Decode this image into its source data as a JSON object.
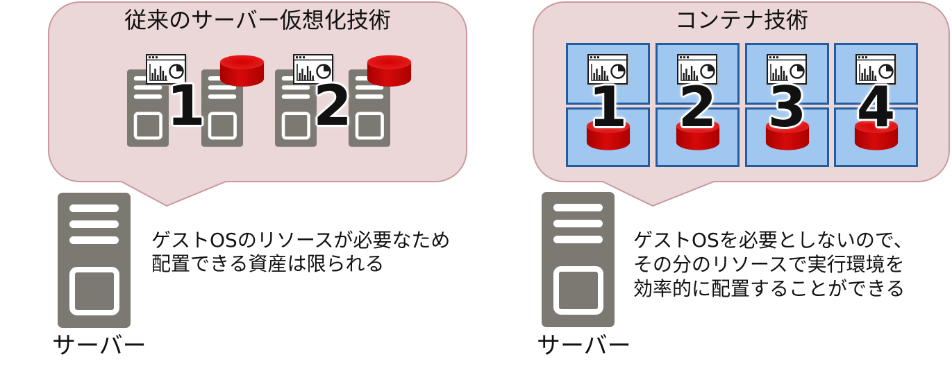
{
  "colors": {
    "bubble_fill": "#ebd7d8",
    "bubble_stroke": "#c9999d",
    "server_gray": "#7b7971",
    "container_fill": "#a0c7ef",
    "container_border": "#245ca2",
    "database_red": "#c80000",
    "text": "#111111"
  },
  "icons": {
    "server": "server-icon",
    "application": "monitor-chart-icon",
    "database": "database-icon"
  },
  "vm_panel": {
    "title": "従来のサーバー仮想化技術",
    "virtual_machines": [
      {
        "number": "1",
        "app_icon": "monitor-chart-icon",
        "db_icon": "database-icon"
      },
      {
        "number": "2",
        "app_icon": "monitor-chart-icon",
        "db_icon": "database-icon"
      }
    ],
    "host": {
      "icon": "server-icon",
      "label": "サーバー"
    },
    "description": [
      "ゲストOSのリソースが必要なため",
      "配置できる資産は限られる"
    ]
  },
  "container_panel": {
    "title": "コンテナ技術",
    "containers": [
      {
        "number": "1",
        "app_icon": "monitor-chart-icon",
        "db_icon": "database-icon"
      },
      {
        "number": "2",
        "app_icon": "monitor-chart-icon",
        "db_icon": "database-icon"
      },
      {
        "number": "3",
        "app_icon": "monitor-chart-icon",
        "db_icon": "database-icon"
      },
      {
        "number": "4",
        "app_icon": "monitor-chart-icon",
        "db_icon": "database-icon"
      }
    ],
    "host": {
      "icon": "server-icon",
      "label": "サーバー"
    },
    "description": [
      "ゲストOSを必要としないので、",
      "その分のリソースで実行環境を",
      "効率的に配置することができる"
    ]
  }
}
